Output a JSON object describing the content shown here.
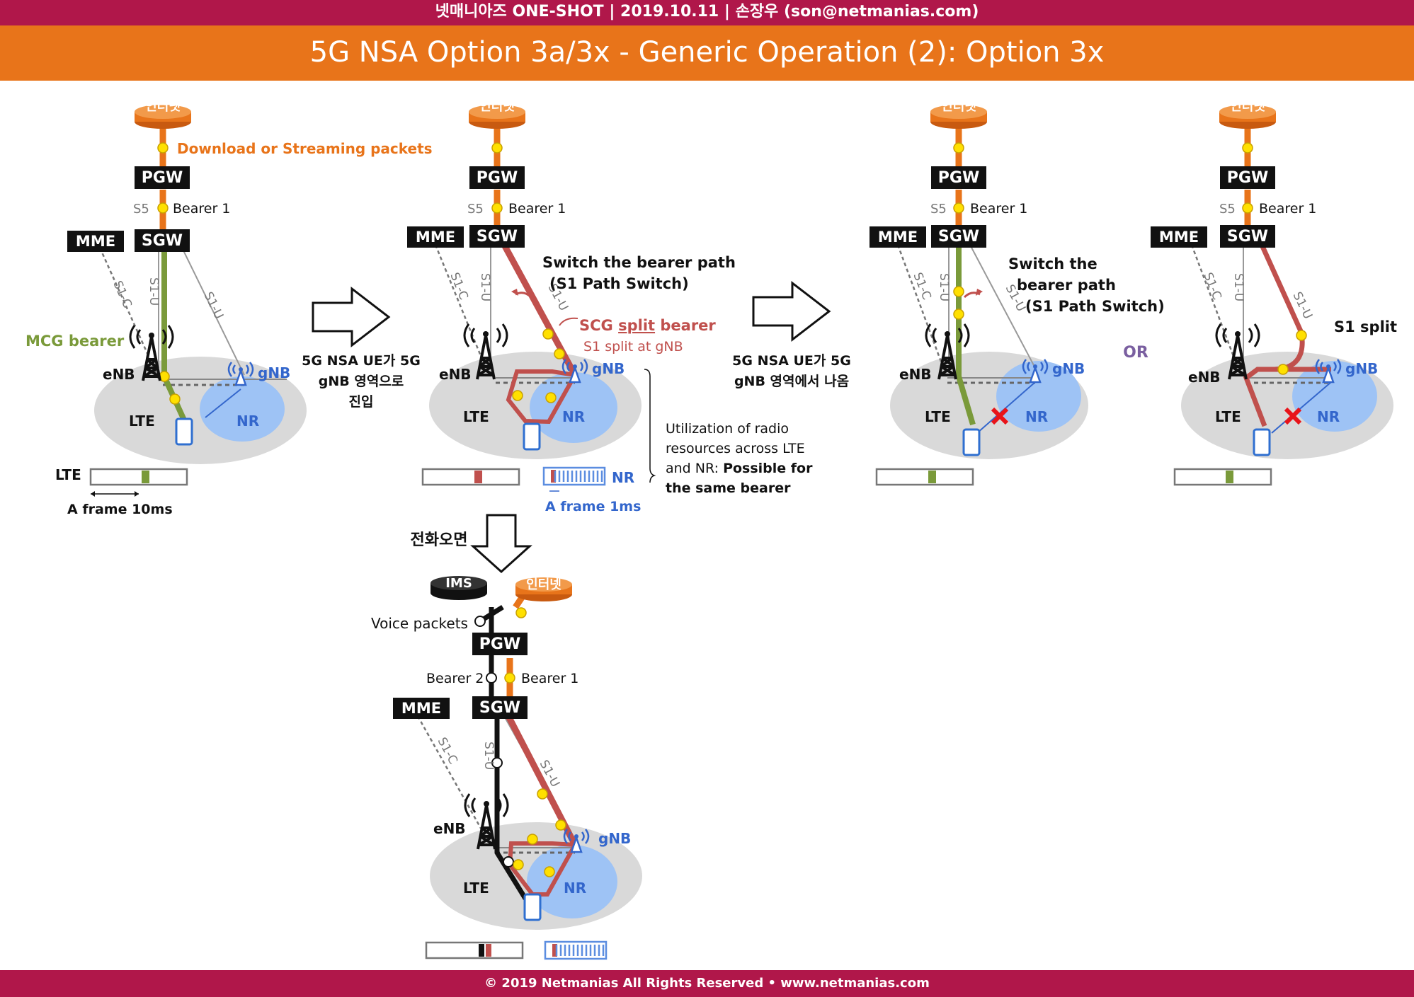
{
  "header": {
    "top_line": "넷매니아즈 ONE-SHOT  |  2019.10.11  |  손장우 (son@netmanias.com)",
    "title": "5G NSA Option 3a/3x - Generic Operation (2): Option 3x"
  },
  "footer": {
    "text": "© 2019 Netmanias All Rights Reserved • www.netmanias.com"
  },
  "nodes": {
    "internet": "인터넷",
    "pgw": "PGW",
    "sgw": "SGW",
    "mme": "MME",
    "ims": "IMS",
    "enb": "eNB",
    "gnb": "gNB",
    "lte": "LTE",
    "nr": "NR"
  },
  "links": {
    "s5": "S5",
    "s1c": "S1-C",
    "s1u": "S1-U",
    "bearer1": "Bearer 1",
    "bearer2": "Bearer 2"
  },
  "labels": {
    "download": "Download or Streaming packets",
    "mcg_bearer": "MCG bearer",
    "lte_frame": "LTE",
    "frame_10ms": "A frame 10ms",
    "enter_nr_1": "5G NSA UE가 5G",
    "enter_nr_2": "gNB 영역으로",
    "enter_nr_3": "진입",
    "switch_path_1": "Switch the bearer path",
    "switch_path_2": "(S1 Path Switch)",
    "scg_split_prefix": "SCG ",
    "scg_split_word": "split",
    "scg_split_suffix": " bearer",
    "s1_split_gnb": "S1 split at gNB",
    "nr_frame": "NR",
    "frame_1ms": "A frame 1ms",
    "util_1": "Utilization of radio",
    "util_2": "resources across LTE",
    "util_3": "and NR: ",
    "util_3b": "Possible for",
    "util_4": "the same bearer",
    "leave_nr_1": "5G NSA UE가 5G",
    "leave_nr_2": "gNB 영역에서 나옴",
    "switch_the": "Switch the",
    "bearer_path": "bearer path",
    "s1_path_switch": "(S1 Path Switch)",
    "or": "OR",
    "s1_split": "S1 split",
    "call_in": "전화오면",
    "voice_packets": "Voice packets"
  },
  "colors": {
    "orange": "#e8741a",
    "green": "#7a9a3a",
    "red": "#c0504d",
    "blue": "#3366cc",
    "purple": "#7a5fa0",
    "header": "#b0174a"
  }
}
